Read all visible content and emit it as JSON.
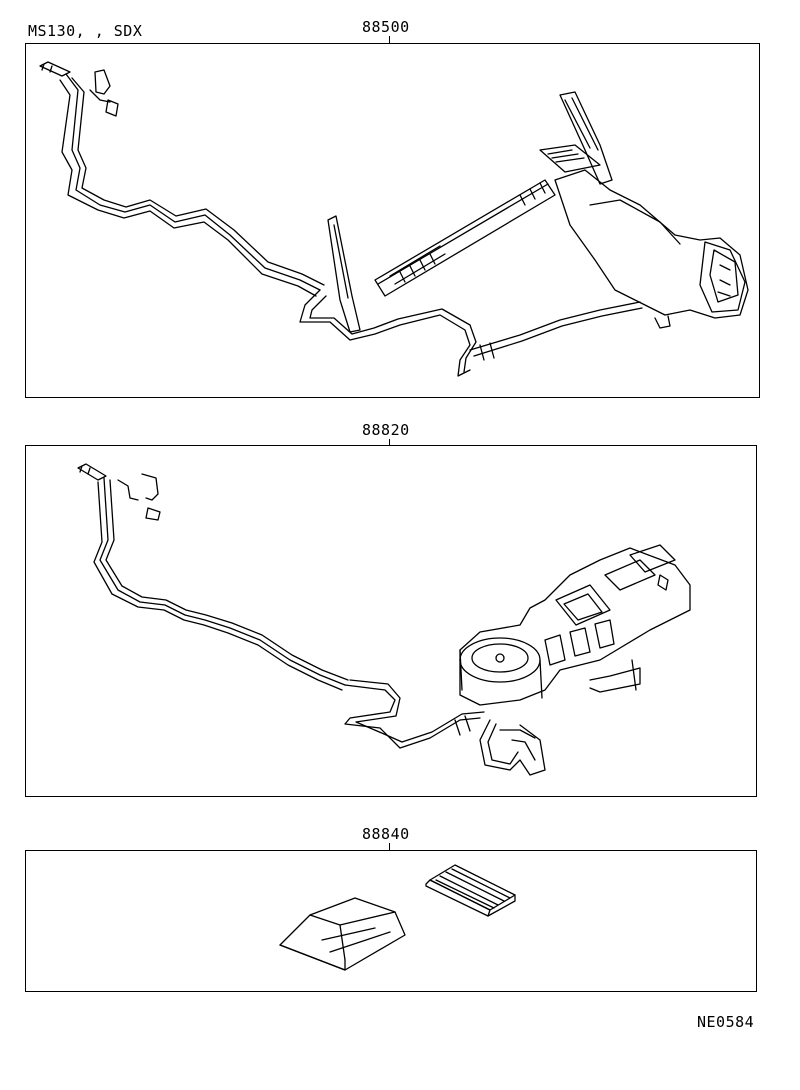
{
  "header": {
    "model_code": "MS130, , SDX"
  },
  "sections": [
    {
      "part_number": "88500"
    },
    {
      "part_number": "88820"
    },
    {
      "part_number": "88840"
    }
  ],
  "footer": {
    "figure_code": "NE0584"
  }
}
